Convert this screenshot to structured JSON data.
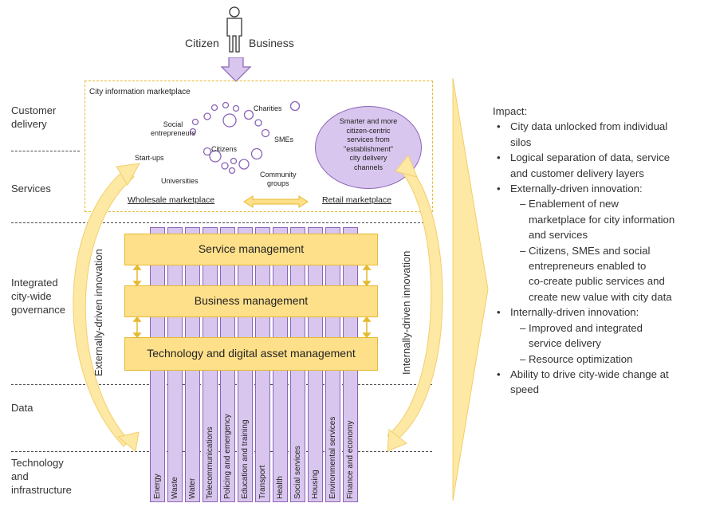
{
  "actors": {
    "citizen": "Citizen",
    "business": "Business",
    "person_icon": "person-icon"
  },
  "layers": {
    "customer_delivery": [
      "Customer",
      "delivery"
    ],
    "services": "Services",
    "integrated": [
      "Integrated",
      "city-wide",
      "governance"
    ],
    "data": "Data",
    "technology": [
      "Technology",
      "and",
      "infrastructure"
    ]
  },
  "marketplace": {
    "title": "City information marketplace",
    "charities": "Charities",
    "social": [
      "Social",
      "entrepreneurs"
    ],
    "citizens": "Citizens",
    "smes": "SMEs",
    "startups": "Start-ups",
    "universities": "Universities",
    "community": [
      "Community",
      "groups"
    ],
    "wholesale": "Wholesale marketplace",
    "retail": "Retail marketplace",
    "retail_circle": [
      "Smarter and more",
      "citizen-centric",
      "services from",
      "\"establishment\"",
      "city delivery",
      "channels"
    ]
  },
  "governance": {
    "service": "Service management",
    "business": "Business management",
    "technology": "Technology and digital asset management",
    "external": "Externally-driven innovation",
    "internal": "Internally-driven innovation"
  },
  "columns": [
    "Energy",
    "Waste",
    "Water",
    "Telecommunications",
    "Policing and emergency",
    "Education and training",
    "Transport",
    "Health",
    "Social services",
    "Housing",
    "Environmental services",
    "Finance and economy"
  ],
  "impact": {
    "title": "Impact:",
    "b1": [
      "City data unlocked from individual",
      "silos"
    ],
    "b2": [
      "Logical separation of data, service",
      "and customer delivery layers"
    ],
    "b3": "Externally-driven innovation:",
    "s1": [
      "– Enablement of new",
      "marketplace for city information",
      "and services"
    ],
    "s2": [
      "– Citizens, SMEs and social",
      "entrepreneurs enabled to",
      "co-create public services and",
      "create new value with city data"
    ],
    "b4": "Internally-driven innovation:",
    "s3": [
      "– Improved and integrated",
      "service delivery"
    ],
    "s4": "– Resource optimization",
    "b5": [
      "Ability to drive city-wide change at",
      "speed"
    ]
  },
  "colors": {
    "yellow": "#ffe08a",
    "yellow_border": "#e5b92e",
    "purple": "#d9c6ee",
    "purple_border": "#8a64b8",
    "arrow": "#fde8a4"
  }
}
